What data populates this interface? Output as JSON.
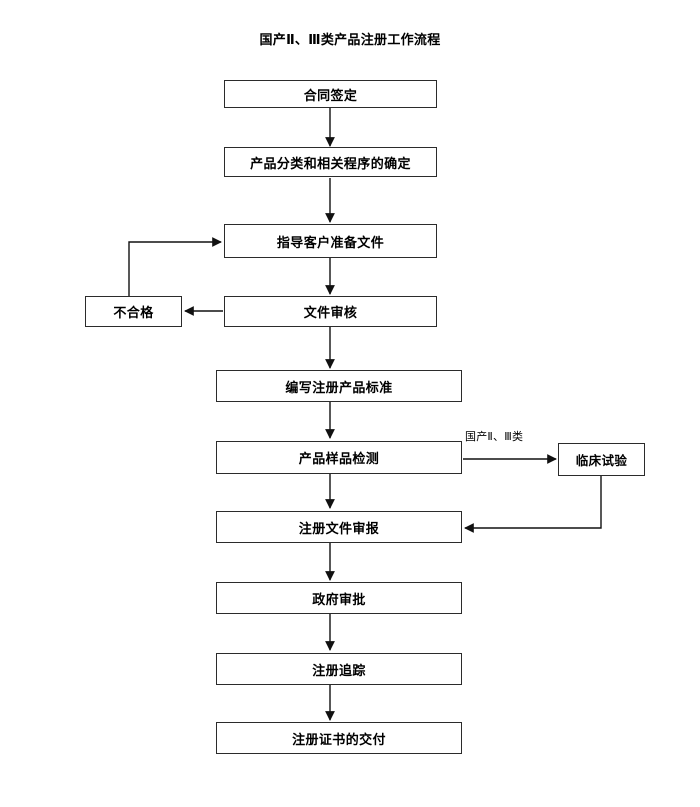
{
  "diagram": {
    "title": "国产Ⅱ、Ⅲ类产品注册工作流程",
    "nodes": [
      {
        "id": "contract",
        "label": "合同签定"
      },
      {
        "id": "classification",
        "label": "产品分类和相关程序的确定"
      },
      {
        "id": "guide-client",
        "label": "指导客户准备文件"
      },
      {
        "id": "doc-review",
        "label": "文件审核"
      },
      {
        "id": "unqualified",
        "label": "不合格"
      },
      {
        "id": "write-standard",
        "label": "编写注册产品标准"
      },
      {
        "id": "sample-test",
        "label": "产品样品检测"
      },
      {
        "id": "clinical-trial",
        "label": "临床试验"
      },
      {
        "id": "file-submission",
        "label": "注册文件审报"
      },
      {
        "id": "gov-approval",
        "label": "政府审批"
      },
      {
        "id": "reg-tracking",
        "label": "注册追踪"
      },
      {
        "id": "cert-delivery",
        "label": "注册证书的交付"
      }
    ],
    "edge_labels": [
      {
        "id": "domestic-class",
        "text": "国产Ⅱ、Ⅲ类"
      }
    ],
    "colors": {
      "line": "#111111",
      "box_border": "#2b2b2b",
      "background": "#ffffff",
      "text": "#000000"
    }
  }
}
